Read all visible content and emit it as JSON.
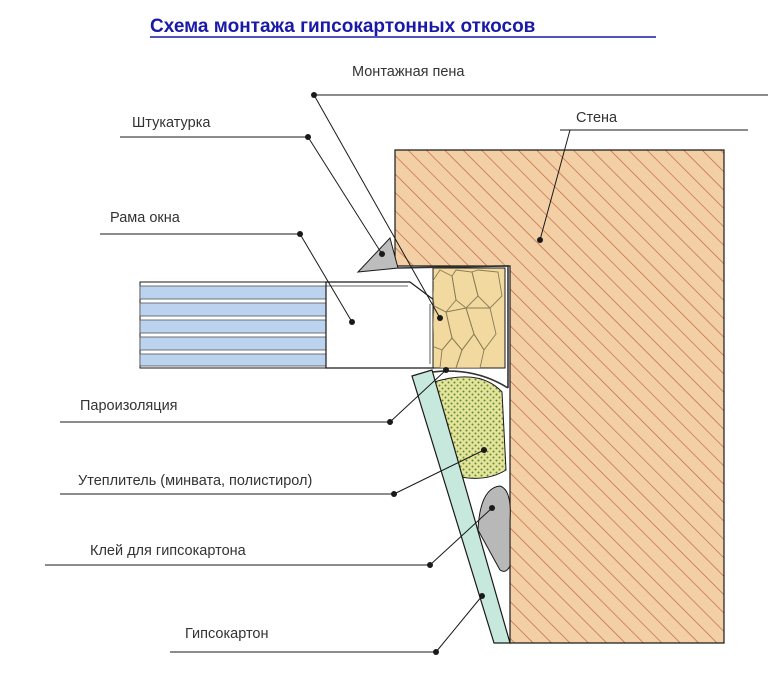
{
  "title": "Схема монтажа гипсокартонных откосов",
  "labels": {
    "foam": "Монтажная пена",
    "plaster": "Штукатурка",
    "wall": "Стена",
    "frame": "Рама окна",
    "vapor": "Пароизоляция",
    "insulation": "Утеплитель (минвата, полистирол)",
    "glue": "Клей для гипсокартона",
    "drywall": "Гипсокартон"
  },
  "colors": {
    "title": "#1a1aa8",
    "wall_fill": "#f3cfa6",
    "wall_hatch": "#c0603a",
    "foam_fill": "#f1d9a0",
    "insulation_fill": "#e6e39a",
    "insulation_dots": "#5a8a3a",
    "drywall_fill": "#c7e8dc",
    "glue_fill": "#b8b8b8",
    "glass_fill": "#bcd3f0",
    "line": "#1a1a1a"
  }
}
